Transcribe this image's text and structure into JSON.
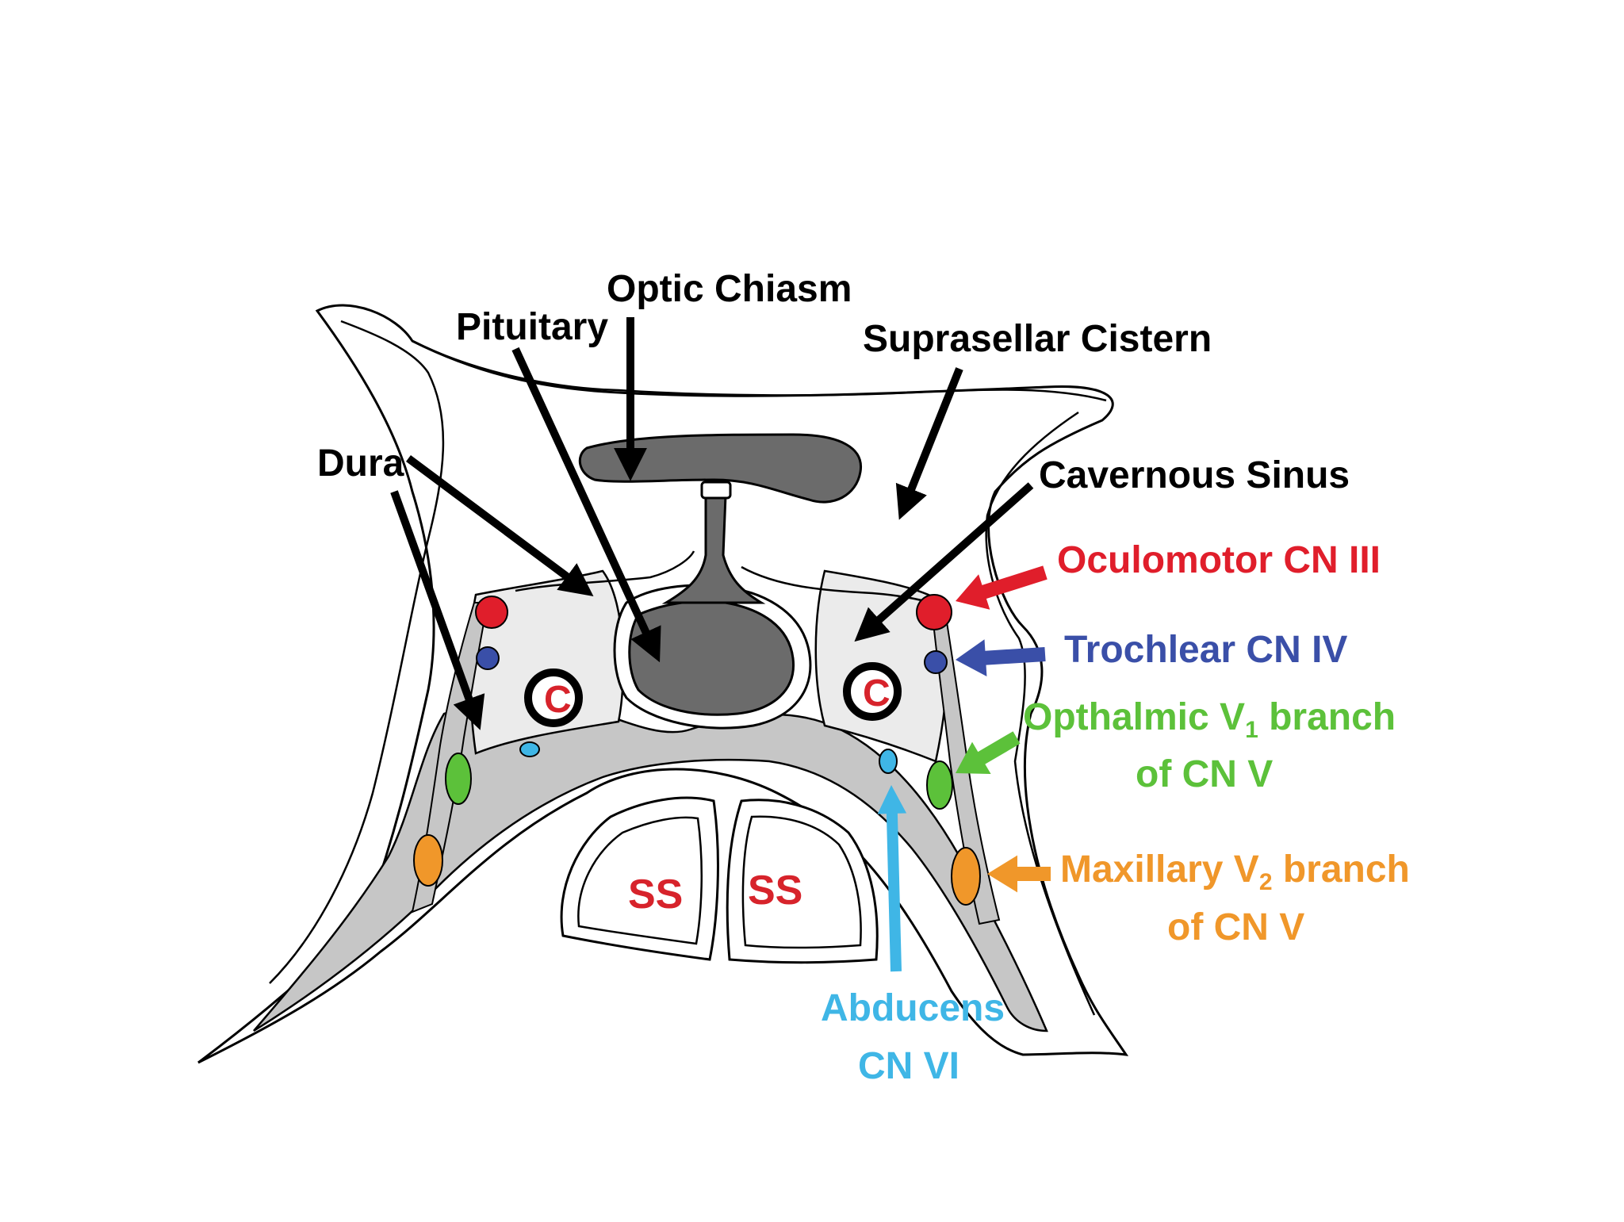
{
  "labels": {
    "optic_chiasm": "Optic Chiasm",
    "pituitary": "Pituitary",
    "suprasellar_cistern": "Suprasellar Cistern",
    "dura": "Dura",
    "cavernous_sinus": "Cavernous Sinus",
    "oculomotor": "Oculomotor CN III",
    "trochlear": "Trochlear CN IV",
    "opthalmic_line1_pre": "Opthalmic V",
    "opthalmic_sub": "1",
    "opthalmic_line1_post": " branch",
    "opthalmic_line2": "of CN V",
    "maxillary_line1_pre": "Maxillary V",
    "maxillary_sub": "2",
    "maxillary_line1_post": " branch",
    "maxillary_line2": "of CN V",
    "abducens_line1": "Abducens",
    "abducens_line2": "CN VI",
    "carotid_left": "C",
    "carotid_right": "C",
    "sphenoid_left": "SS",
    "sphenoid_right": "SS"
  },
  "colors": {
    "oculomotor": "#e01e2b",
    "trochlear": "#3a4fa8",
    "opthalmic": "#5cc13a",
    "maxillary": "#f0972a",
    "abducens": "#3fb6e6",
    "text": "#000000",
    "carotid_text": "#d7232b",
    "sinus_text": "#d7232b",
    "structure_gray": "#6b6b6b",
    "sinus_fill": "#ebebeb",
    "wall_gray": "#c6c6c6"
  }
}
